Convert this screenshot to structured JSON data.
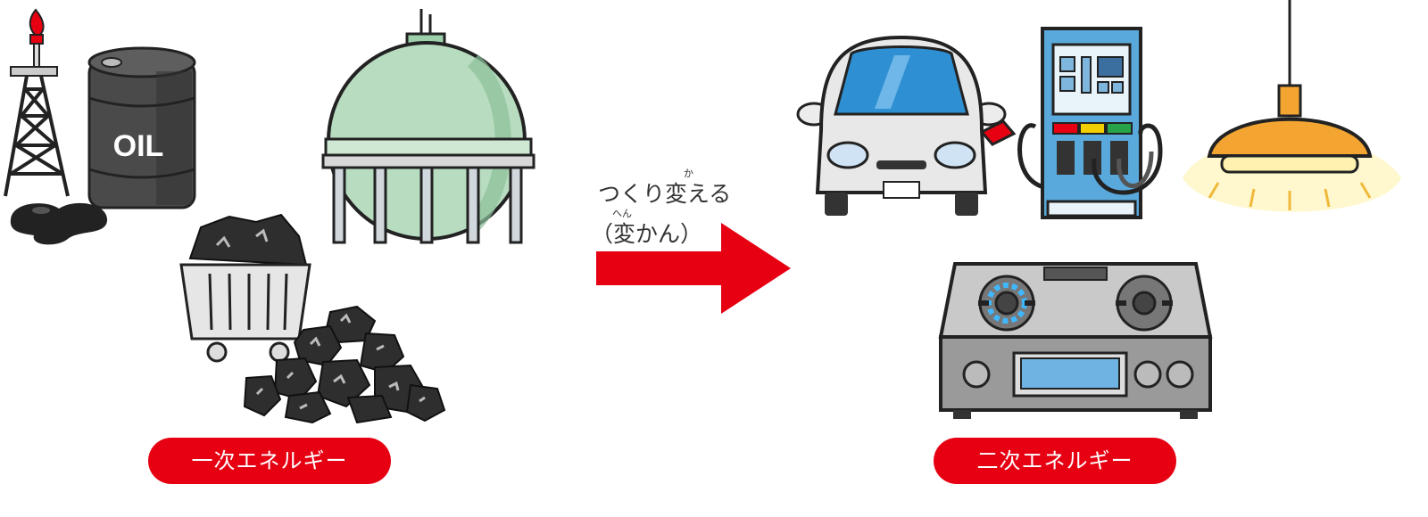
{
  "labels": {
    "primary": "一次エネルギー",
    "secondary": "二次エネルギー"
  },
  "transform": {
    "line1": "つくり変える",
    "line2": "（変かん）",
    "ruby_ka": "か",
    "ruby_hen": "へん"
  },
  "oil_drum": {
    "text": "OIL"
  },
  "colors": {
    "red": "#e60012",
    "gas_tank": "#b8dcc0",
    "coal": "#2e2e2e",
    "car_window": "#2f8fd3",
    "lamp": "#f4a531",
    "pump": "#5aa9dc"
  }
}
